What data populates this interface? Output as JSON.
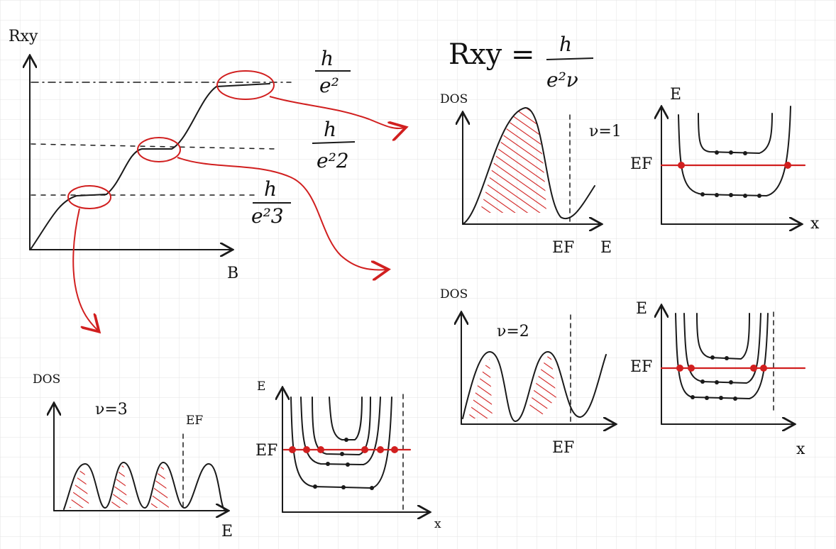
{
  "colors": {
    "ink": "#1a1a1a",
    "accent": "#d11f1f",
    "grid": "#e3e3e3",
    "paper": "#ffffff"
  },
  "formula": {
    "lhs": "Rxy =",
    "num": "h",
    "den": "e²ν"
  },
  "main_plot": {
    "y_label": "Rxy",
    "x_label": "B",
    "plateaus": [
      {
        "num": "h",
        "den": "e²"
      },
      {
        "num": "h",
        "den": "e²2"
      },
      {
        "num": "h",
        "den": "e²3"
      }
    ]
  },
  "panels": {
    "nu1": {
      "dos_label": "DOS",
      "nu_label": "ν=1",
      "ef_label": "EF",
      "e_label": "E",
      "band_y": "E",
      "band_ef": "EF",
      "band_x": "x"
    },
    "nu2": {
      "dos_label": "DOS",
      "nu_label": "ν=2",
      "ef_label": "EF",
      "band_y": "E",
      "band_ef": "EF",
      "band_x": "x"
    },
    "nu3": {
      "dos_label": "DOS",
      "nu_label": "ν=3",
      "ef_label": "EF",
      "e_label": "E",
      "band_y": "E",
      "band_ef": "EF",
      "band_x": "x"
    }
  }
}
